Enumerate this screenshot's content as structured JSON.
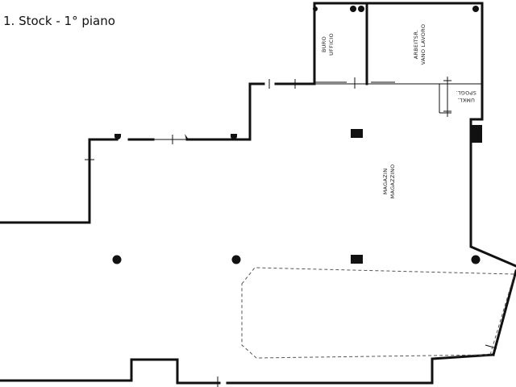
{
  "title": "1. Stock - 1° piano",
  "rooms": {
    "office": [
      "BURO",
      "UFFICIO"
    ],
    "workroom": [
      "ARBEITSR.",
      "VANO LAVORO"
    ],
    "storage": [
      "MAGAZIN",
      "MAGAZZINO"
    ],
    "wc": [
      "UMKL.",
      "SPOGL."
    ]
  }
}
